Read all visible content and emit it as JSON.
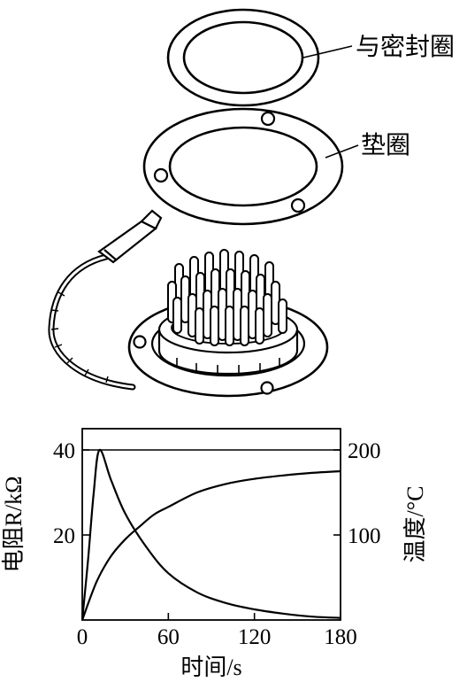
{
  "labels": {
    "seal_ring": "与密封圈",
    "gasket": "垫圈"
  },
  "chart_data": {
    "type": "line",
    "xlabel": "时间/s",
    "ylabel_left": "电阻R/kΩ",
    "ylabel_right": "温度/°C",
    "xlim": [
      0,
      180
    ],
    "ylim_left": [
      0,
      45
    ],
    "ylim_right": [
      0,
      225
    ],
    "x_ticks": [
      "0",
      "60",
      "120",
      "180"
    ],
    "y_ticks_left": [
      "20",
      "40"
    ],
    "y_ticks_right": [
      "100",
      "200"
    ],
    "series": [
      {
        "axis": "left",
        "x": [
          0,
          4,
          8,
          12,
          20,
          30,
          45,
          60,
          80,
          100,
          120,
          140,
          160,
          180
        ],
        "values": [
          0,
          14,
          30,
          40,
          33,
          25,
          17,
          11,
          6.5,
          4,
          2.5,
          1.5,
          0.8,
          0.5
        ]
      },
      {
        "axis": "right",
        "x": [
          0,
          10,
          20,
          30,
          40,
          50,
          60,
          80,
          100,
          120,
          140,
          160,
          180
        ],
        "values": [
          0,
          45,
          75,
          95,
          110,
          124,
          133,
          150,
          160,
          166,
          170,
          173,
          175
        ]
      }
    ]
  }
}
